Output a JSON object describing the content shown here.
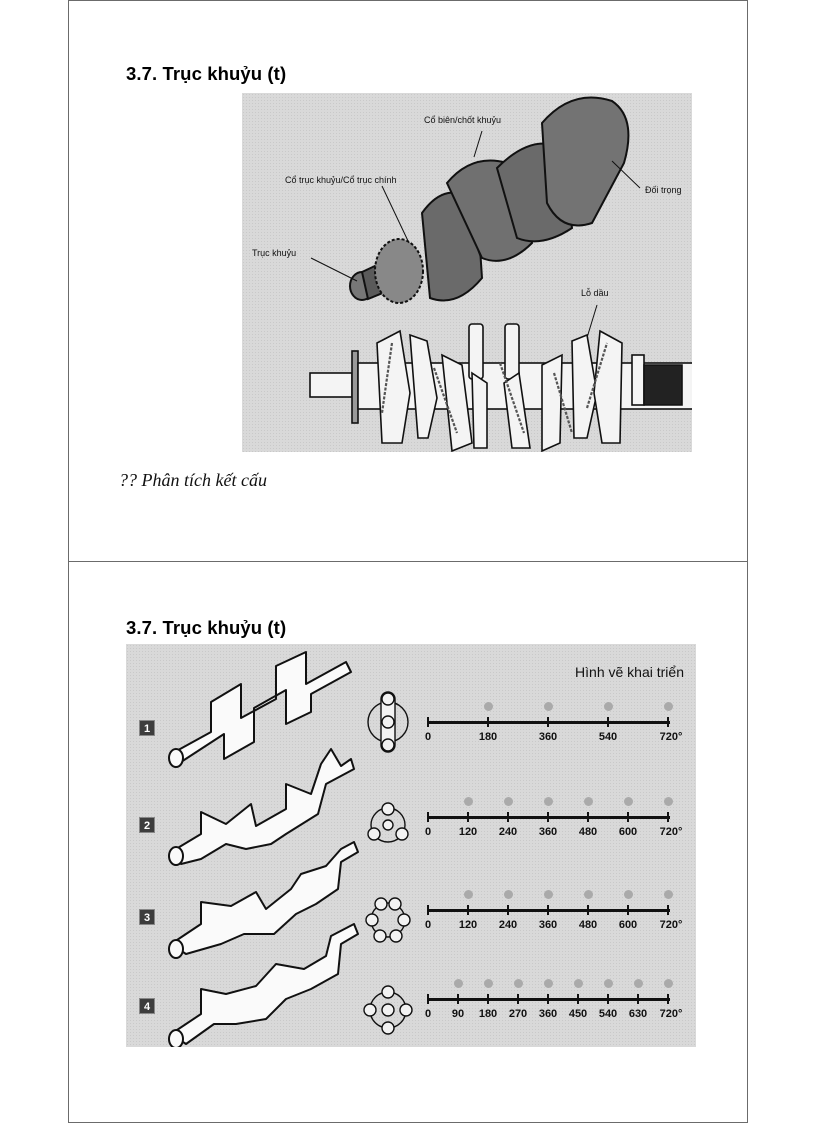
{
  "slides": [
    {
      "title": "3.7. Trục khuỷu (t)",
      "figure": {
        "labels": {
          "crankpin": "Cổ biên/chốt khuỷu",
          "main_journal": "Cổ trục khuỷu/Cổ trục chính",
          "crankshaft": "Trục khuỷu",
          "counterweight": "Đối trọng",
          "oil_hole": "Lỗ dầu"
        }
      },
      "caption": "?? Phân tích kết cấu"
    },
    {
      "title": "3.7. Trục khuỷu (t)",
      "figure": {
        "heading": "Hình vẽ khai triển",
        "rows": [
          {
            "number": "1",
            "ticks": [
              "0",
              "180",
              "360",
              "540",
              "720°"
            ]
          },
          {
            "number": "2",
            "ticks": [
              "0",
              "120",
              "240",
              "360",
              "480",
              "600",
              "720°"
            ]
          },
          {
            "number": "3",
            "ticks": [
              "0",
              "120",
              "240",
              "360",
              "480",
              "600",
              "720°"
            ]
          },
          {
            "number": "4",
            "ticks": [
              "0",
              "90",
              "180",
              "270",
              "360",
              "450",
              "540",
              "630",
              "720°"
            ]
          }
        ]
      }
    }
  ]
}
